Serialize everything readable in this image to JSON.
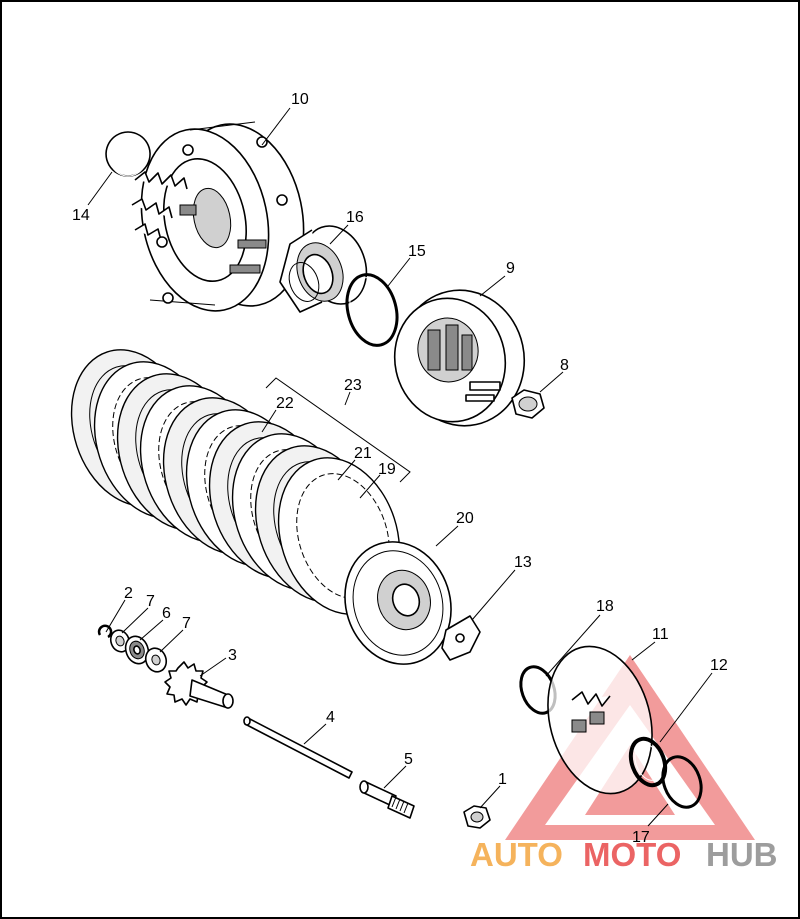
{
  "callouts": [
    {
      "id": "10",
      "label": "10"
    },
    {
      "id": "14",
      "label": "14"
    },
    {
      "id": "16",
      "label": "16"
    },
    {
      "id": "15",
      "label": "15"
    },
    {
      "id": "9",
      "label": "9"
    },
    {
      "id": "8",
      "label": "8"
    },
    {
      "id": "23",
      "label": "23"
    },
    {
      "id": "22",
      "label": "22"
    },
    {
      "id": "21",
      "label": "21"
    },
    {
      "id": "19",
      "label": "19"
    },
    {
      "id": "20",
      "label": "20"
    },
    {
      "id": "13",
      "label": "13"
    },
    {
      "id": "18",
      "label": "18"
    },
    {
      "id": "11",
      "label": "11"
    },
    {
      "id": "12",
      "label": "12"
    },
    {
      "id": "17",
      "label": "17"
    },
    {
      "id": "2",
      "label": "2"
    },
    {
      "id": "7a",
      "label": "7"
    },
    {
      "id": "6",
      "label": "6"
    },
    {
      "id": "7b",
      "label": "7"
    },
    {
      "id": "3",
      "label": "3"
    },
    {
      "id": "4",
      "label": "4"
    },
    {
      "id": "5",
      "label": "5"
    },
    {
      "id": "1",
      "label": "1"
    }
  ],
  "watermark": {
    "part1": "AUTO",
    "part2": "MOTO",
    "part3": "HUB",
    "color_red": "#e84a4a",
    "color_orange": "#f4a640",
    "color_gray": "#8c8c8c"
  }
}
